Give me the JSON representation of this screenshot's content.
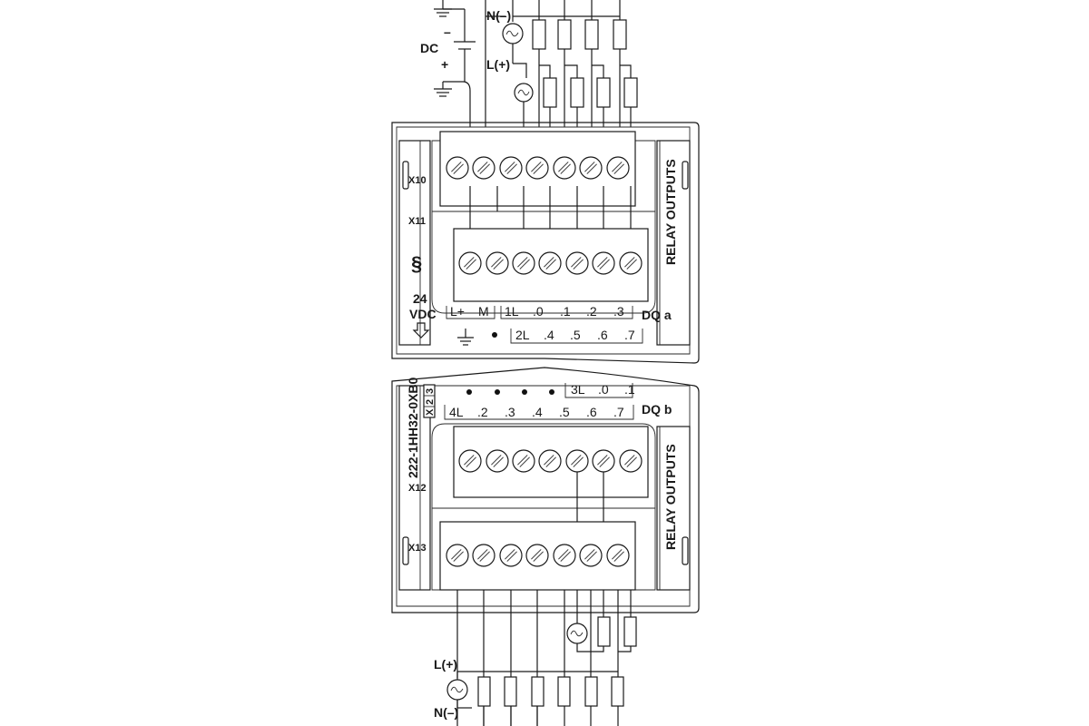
{
  "top_supply": {
    "dc_label": "DC",
    "dc_minus": "–",
    "dc_plus": "+",
    "n_label": "N(–)",
    "l_label": "L(+)"
  },
  "upper_block": {
    "connectors": [
      "X10",
      "X11"
    ],
    "logo_glyph": "§",
    "supply_label_1": "24",
    "supply_label_2": "VDC",
    "side_label": "RELAY OUTPUTS",
    "group_label": "DQ a",
    "row1_terminals": [
      "L+",
      "M",
      "1L",
      ".0",
      ".1",
      ".2",
      ".3"
    ],
    "row2_terminals": [
      "2L",
      ".4",
      ".5",
      ".6",
      ".7"
    ]
  },
  "lower_block": {
    "article_number": "222-1HH32-0XB0",
    "version_digits": [
      "X",
      "2",
      "3"
    ],
    "connectors": [
      "X12",
      "X13"
    ],
    "side_label": "RELAY OUTPUTS",
    "group_label": "DQ b",
    "row1_terminals": [
      "3L",
      ".0",
      ".1"
    ],
    "row2_terminals": [
      "4L",
      ".2",
      ".3",
      ".4",
      ".5",
      ".6",
      ".7"
    ]
  },
  "bottom_supply": {
    "l_label": "L(+)",
    "n_label": "N(–)"
  }
}
